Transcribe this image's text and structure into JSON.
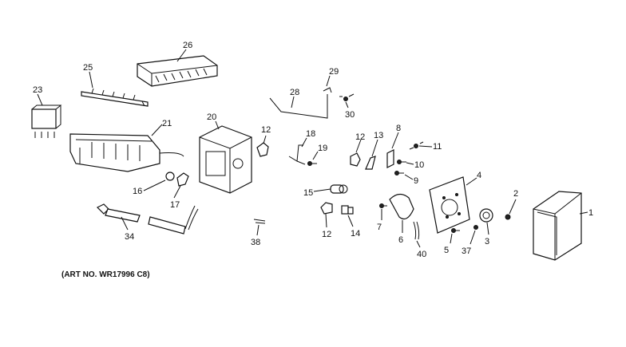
{
  "caption": "(ART NO. WR17996 C8)",
  "callouts": {
    "c1": "1",
    "c2": "2",
    "c3": "3",
    "c4": "4",
    "c5": "5",
    "c6": "6",
    "c7": "7",
    "c8": "8",
    "c9": "9",
    "c10": "10",
    "c11": "11",
    "c12a": "12",
    "c12b": "12",
    "c12c": "12",
    "c13": "13",
    "c14": "14",
    "c15": "15",
    "c16": "16",
    "c17": "17",
    "c18": "18",
    "c19": "19",
    "c20": "20",
    "c21": "21",
    "c23": "23",
    "c25": "25",
    "c26": "26",
    "c28": "28",
    "c29": "29",
    "c30": "30",
    "c34": "34",
    "c37": "37",
    "c38": "38",
    "c40": "40"
  }
}
